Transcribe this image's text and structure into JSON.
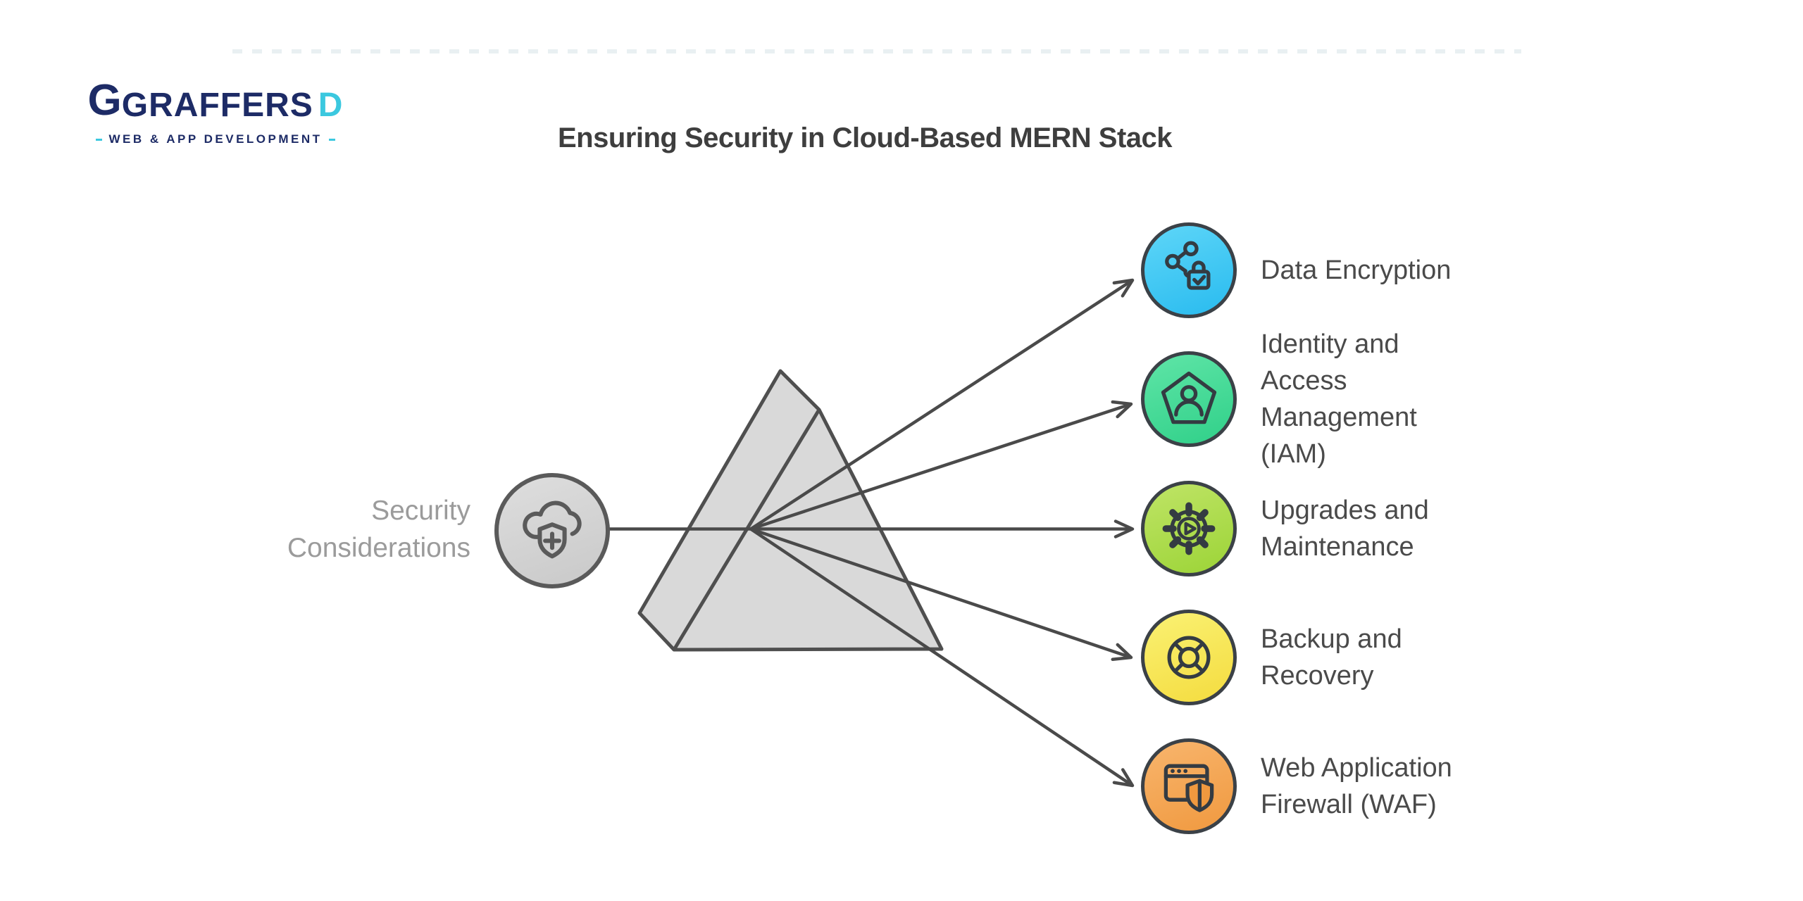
{
  "brand": {
    "name_main": "GRAFFERS",
    "name_accent": "D",
    "tagline": "WEB & APP DEVELOPMENT",
    "navy": "#1d2b66",
    "cyan": "#3bc8df"
  },
  "header": {
    "title": "Ensuring Security in Cloud-Based MERN Stack",
    "title_color": "#3e3e3e"
  },
  "source": {
    "label": "Security Considerations",
    "icon": "cloud-shield-plus-icon",
    "label_color": "#9b9b9b",
    "color_top": "#dedede",
    "color_bottom": "#c9c9c9",
    "border_color": "#5a5a5a"
  },
  "items": [
    {
      "label": "Data Encryption",
      "icon": "share-lock-icon",
      "color_top": "#5ed6f8",
      "color_bottom": "#29bbef"
    },
    {
      "label": "Identity and Access Management (IAM)",
      "icon": "pentagon-user-icon",
      "color_top": "#5fe5a7",
      "color_bottom": "#30d089"
    },
    {
      "label": "Upgrades and Maintenance",
      "icon": "gear-play-icon",
      "color_top": "#bfe466",
      "color_bottom": "#9cd437"
    },
    {
      "label": "Backup and Recovery",
      "icon": "lifebuoy-icon",
      "color_top": "#faf173",
      "color_bottom": "#f4dc3f"
    },
    {
      "label": "Web Application Firewall (WAF)",
      "icon": "browser-shield-icon",
      "color_top": "#f8b56d",
      "color_bottom": "#f0993f"
    }
  ],
  "diagram": {
    "shape": "prism-refraction",
    "line_color": "#4a4a4a",
    "prism_fill": "#d9d9d9",
    "prism_stroke": "#4f4f4f"
  }
}
